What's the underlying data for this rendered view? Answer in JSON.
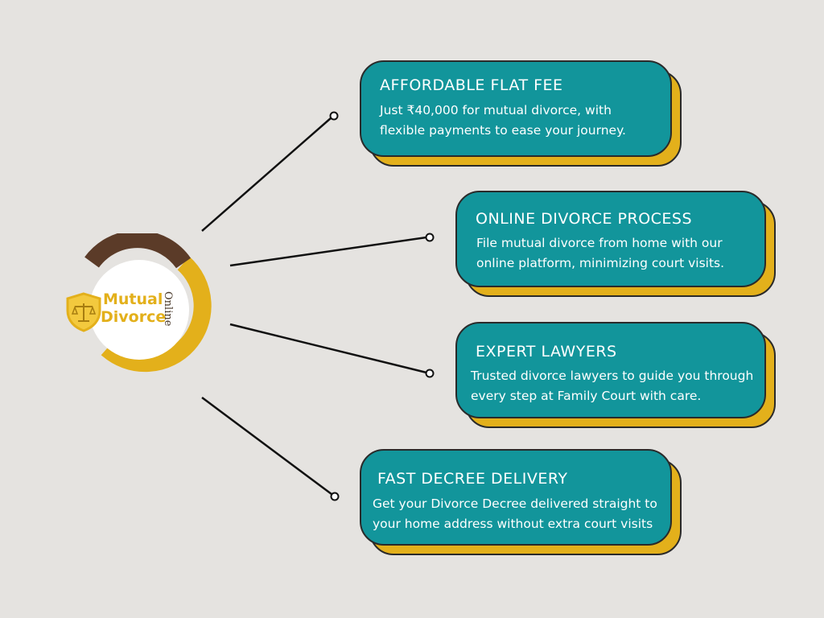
{
  "logo": {
    "line1": "Mutual",
    "line2": "Divorce",
    "tag": "Online",
    "colors": {
      "gold": "#e3b01b",
      "brown": "#5b3b28",
      "shield": "#f3c93e"
    }
  },
  "colors": {
    "card": "#12959b",
    "shadow": "#e3b01b",
    "outline": "#2a2a2a",
    "background": "#e5e3e0"
  },
  "features": [
    {
      "title": "AFFORDABLE FLAT FEE",
      "desc1": "Just ₹40,000 for mutual divorce, with",
      "desc2": "flexible payments to ease your journey."
    },
    {
      "title": "ONLINE DIVORCE PROCESS",
      "desc1": "File mutual divorce from home with our",
      "desc2": "online platform, minimizing court visits."
    },
    {
      "title": "EXPERT LAWYERS",
      "desc1": "Trusted divorce lawyers to guide you through",
      "desc2": "every step at Family Court with care."
    },
    {
      "title": "FAST DECREE DELIVERY",
      "desc1": "Get your Divorce Decree delivered straight to",
      "desc2": "your home address without extra court visits"
    }
  ]
}
